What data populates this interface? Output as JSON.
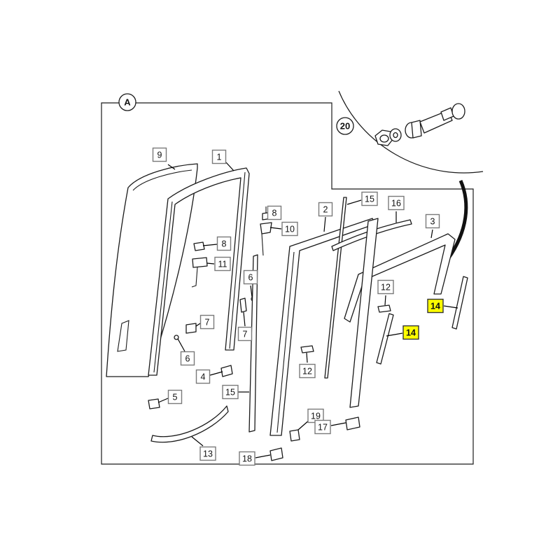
{
  "figure": {
    "view_label": "A",
    "detail_label": "20",
    "accent_color": "#ffff00"
  },
  "callouts": [
    {
      "id": "c9",
      "text": "9"
    },
    {
      "id": "c1",
      "text": "1"
    },
    {
      "id": "c8a",
      "text": "8"
    },
    {
      "id": "c10",
      "text": "10"
    },
    {
      "id": "c8b",
      "text": "8"
    },
    {
      "id": "c11",
      "text": "11"
    },
    {
      "id": "c6a",
      "text": "6"
    },
    {
      "id": "c7a",
      "text": "7"
    },
    {
      "id": "c7b",
      "text": "7"
    },
    {
      "id": "c6b",
      "text": "6"
    },
    {
      "id": "c4",
      "text": "4"
    },
    {
      "id": "c5",
      "text": "5"
    },
    {
      "id": "c15a",
      "text": "15"
    },
    {
      "id": "c13",
      "text": "13"
    },
    {
      "id": "c2",
      "text": "2"
    },
    {
      "id": "c15b",
      "text": "15"
    },
    {
      "id": "c16",
      "text": "16"
    },
    {
      "id": "c3",
      "text": "3"
    },
    {
      "id": "c12a",
      "text": "12"
    },
    {
      "id": "c12b",
      "text": "12"
    },
    {
      "id": "c14a",
      "text": "14",
      "highlight": true
    },
    {
      "id": "c14b",
      "text": "14",
      "highlight": true
    },
    {
      "id": "c19",
      "text": "19"
    },
    {
      "id": "c17",
      "text": "17"
    },
    {
      "id": "c18",
      "text": "18"
    }
  ]
}
